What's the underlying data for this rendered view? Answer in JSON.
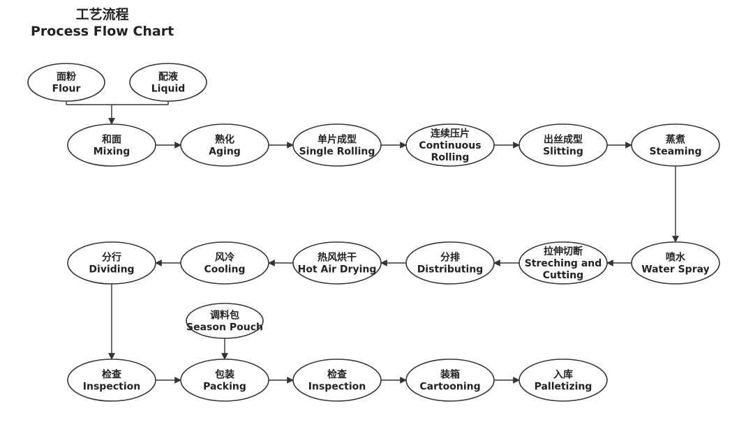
{
  "title": {
    "cn": "工艺流程",
    "en": "Process Flow Chart"
  },
  "nodes": {
    "flour": [
      "面粉",
      "Flour"
    ],
    "liquid": [
      "配液",
      "Liquid"
    ],
    "mixing": [
      "和面",
      "Mixing"
    ],
    "aging": [
      "熟化",
      "Aging"
    ],
    "single_rolling": [
      "单片成型",
      "Single Rolling"
    ],
    "continuous_rolling": [
      "连续压片",
      "Continuous",
      "Rolling"
    ],
    "slitting": [
      "出丝成型",
      "Slitting"
    ],
    "steaming": [
      "蒸煮",
      "Steaming"
    ],
    "water_spray": [
      "喷水",
      "Water Spray"
    ],
    "streching_cutting": [
      "拉伸切断",
      "Streching and",
      "Cutting"
    ],
    "distributing": [
      "分排",
      "Distributing"
    ],
    "hot_air_drying": [
      "热风烘干",
      "Hot Air Drying"
    ],
    "cooling": [
      "风冷",
      "Cooling"
    ],
    "dividing": [
      "分行",
      "Dividing"
    ],
    "inspection1": [
      "检查",
      "Inspection"
    ],
    "season_pouch": [
      "调料包",
      "Season Pouch"
    ],
    "packing": [
      "包装",
      "Packing"
    ],
    "inspection2": [
      "检查",
      "Inspection"
    ],
    "cartooning": [
      "装箱",
      "Cartooning"
    ],
    "palletizing": [
      "入库",
      "Palletizing"
    ]
  }
}
